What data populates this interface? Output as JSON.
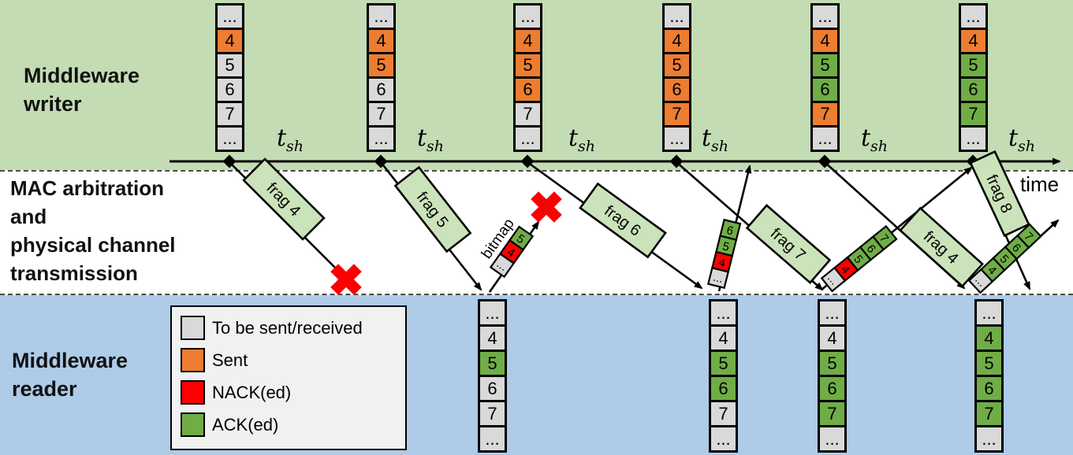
{
  "colors": {
    "writer_band_bg": "#c4dcb4",
    "reader_band_bg": "#aecbe8",
    "channel_band_bg": "#ffffff",
    "frag_box_fill": "#cbe3ba",
    "state_to_be_sent": "#d9d9d9",
    "state_sent": "#ed7d31",
    "state_nacked": "#ff0000",
    "state_acked": "#70ad47",
    "x_mark": "#fb0000",
    "legend_bg": "#f1f1f1"
  },
  "writer": {
    "label": "Middleware\nwriter"
  },
  "channel": {
    "label": "MAC arbitration\nand\nphysical channel\ntransmission"
  },
  "reader": {
    "label": "Middleware\nreader"
  },
  "timeline": {
    "time_label": "time",
    "tsh": {
      "base": "t",
      "sub": "sh"
    }
  },
  "writer_queues": [
    {
      "cells": [
        {
          "label": "...",
          "state": "tbs"
        },
        {
          "label": "4",
          "state": "sent"
        },
        {
          "label": "5",
          "state": "tbs"
        },
        {
          "label": "6",
          "state": "tbs"
        },
        {
          "label": "7",
          "state": "tbs"
        },
        {
          "label": "...",
          "state": "tbs"
        }
      ]
    },
    {
      "cells": [
        {
          "label": "...",
          "state": "tbs"
        },
        {
          "label": "4",
          "state": "sent"
        },
        {
          "label": "5",
          "state": "sent"
        },
        {
          "label": "6",
          "state": "tbs"
        },
        {
          "label": "7",
          "state": "tbs"
        },
        {
          "label": "...",
          "state": "tbs"
        }
      ]
    },
    {
      "cells": [
        {
          "label": "...",
          "state": "tbs"
        },
        {
          "label": "4",
          "state": "sent"
        },
        {
          "label": "5",
          "state": "sent"
        },
        {
          "label": "6",
          "state": "sent"
        },
        {
          "label": "7",
          "state": "tbs"
        },
        {
          "label": "...",
          "state": "tbs"
        }
      ]
    },
    {
      "cells": [
        {
          "label": "...",
          "state": "tbs"
        },
        {
          "label": "4",
          "state": "sent"
        },
        {
          "label": "5",
          "state": "sent"
        },
        {
          "label": "6",
          "state": "sent"
        },
        {
          "label": "7",
          "state": "sent"
        },
        {
          "label": "...",
          "state": "tbs"
        }
      ]
    },
    {
      "cells": [
        {
          "label": "...",
          "state": "tbs"
        },
        {
          "label": "4",
          "state": "sent"
        },
        {
          "label": "5",
          "state": "ack"
        },
        {
          "label": "6",
          "state": "ack"
        },
        {
          "label": "7",
          "state": "sent"
        },
        {
          "label": "...",
          "state": "tbs"
        }
      ]
    },
    {
      "cells": [
        {
          "label": "...",
          "state": "tbs"
        },
        {
          "label": "4",
          "state": "sent"
        },
        {
          "label": "5",
          "state": "ack"
        },
        {
          "label": "6",
          "state": "ack"
        },
        {
          "label": "7",
          "state": "ack"
        },
        {
          "label": "...",
          "state": "tbs"
        }
      ]
    }
  ],
  "reader_queues": [
    {
      "cells": [
        {
          "label": "...",
          "state": "tbs"
        },
        {
          "label": "4",
          "state": "tbs"
        },
        {
          "label": "5",
          "state": "ack"
        },
        {
          "label": "6",
          "state": "tbs"
        },
        {
          "label": "7",
          "state": "tbs"
        },
        {
          "label": "...",
          "state": "tbs"
        }
      ]
    },
    {
      "cells": [
        {
          "label": "...",
          "state": "tbs"
        },
        {
          "label": "4",
          "state": "tbs"
        },
        {
          "label": "5",
          "state": "ack"
        },
        {
          "label": "6",
          "state": "ack"
        },
        {
          "label": "7",
          "state": "tbs"
        },
        {
          "label": "...",
          "state": "tbs"
        }
      ]
    },
    {
      "cells": [
        {
          "label": "...",
          "state": "tbs"
        },
        {
          "label": "4",
          "state": "tbs"
        },
        {
          "label": "5",
          "state": "ack"
        },
        {
          "label": "6",
          "state": "ack"
        },
        {
          "label": "7",
          "state": "ack"
        },
        {
          "label": "...",
          "state": "tbs"
        }
      ]
    },
    {
      "cells": [
        {
          "label": "...",
          "state": "tbs"
        },
        {
          "label": "4",
          "state": "ack"
        },
        {
          "label": "5",
          "state": "ack"
        },
        {
          "label": "6",
          "state": "ack"
        },
        {
          "label": "7",
          "state": "ack"
        },
        {
          "label": "...",
          "state": "tbs"
        }
      ]
    }
  ],
  "frags": [
    {
      "label": "frag 4"
    },
    {
      "label": "frag 5"
    },
    {
      "label": "frag 6"
    },
    {
      "label": "frag 7"
    },
    {
      "label": "frag 4"
    },
    {
      "label": "frag 8"
    }
  ],
  "bitmaps": [
    {
      "label": "bitmap",
      "cells": [
        {
          "label": "...",
          "state": "tbs"
        },
        {
          "label": "4",
          "state": "nack"
        },
        {
          "label": "5",
          "state": "ack"
        }
      ]
    },
    {
      "cells": [
        {
          "label": "...",
          "state": "tbs"
        },
        {
          "label": "4",
          "state": "nack"
        },
        {
          "label": "5",
          "state": "ack"
        },
        {
          "label": "6",
          "state": "ack"
        }
      ]
    },
    {
      "cells": [
        {
          "label": "...",
          "state": "tbs"
        },
        {
          "label": "4",
          "state": "nack"
        },
        {
          "label": "5",
          "state": "ack"
        },
        {
          "label": "6",
          "state": "ack"
        },
        {
          "label": "7",
          "state": "ack"
        }
      ]
    },
    {
      "cells": [
        {
          "label": "...",
          "state": "tbs"
        },
        {
          "label": "4",
          "state": "ack"
        },
        {
          "label": "5",
          "state": "ack"
        },
        {
          "label": "6",
          "state": "ack"
        },
        {
          "label": "7",
          "state": "ack"
        }
      ]
    }
  ],
  "legend": {
    "items": [
      {
        "label": "To be sent/received",
        "state": "tbs"
      },
      {
        "label": "Sent",
        "state": "sent"
      },
      {
        "label": "NACK(ed)",
        "state": "nack"
      },
      {
        "label": "ACK(ed)",
        "state": "ack"
      }
    ]
  }
}
